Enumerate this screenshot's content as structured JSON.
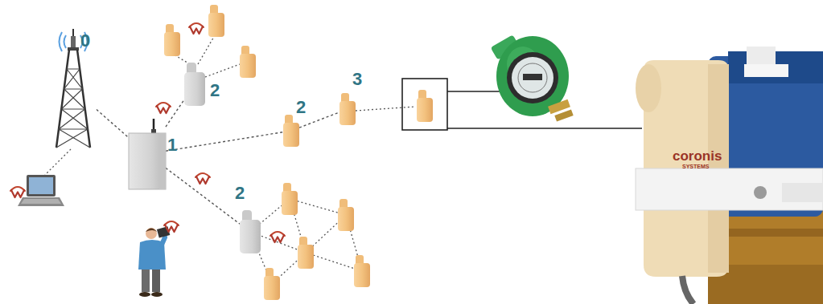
{
  "diagram": {
    "nodes": [
      {
        "text": [
          "0"
        ]
      },
      {
        "text": [
          "1"
        ]
      },
      {
        "text": [
          "2"
        ]
      },
      {
        "text": [
          "2"
        ]
      },
      {
        "text": [
          "3"
        ]
      },
      {
        "text": [
          "2"
        ]
      }
    ],
    "edges": [
      {
        "from": 0,
        "to": 1,
        "arrow": "none"
      },
      {
        "from": 1,
        "to": 2,
        "arrow": "none"
      },
      {
        "from": 1,
        "to": 3,
        "arrow": "none"
      },
      {
        "from": 3,
        "to": 4,
        "arrow": "none"
      },
      {
        "from": 1,
        "to": 5,
        "arrow": "none"
      }
    ],
    "labels": [
      "coronis",
      "SYSTEMS"
    ]
  }
}
